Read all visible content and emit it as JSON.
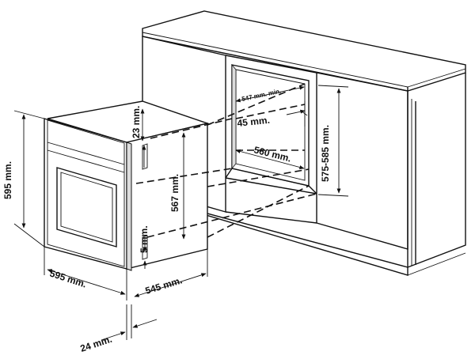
{
  "dimensions": {
    "oven_height": "595 mm.",
    "oven_width": "595 mm.",
    "oven_depth": "545 mm.",
    "front_panel_depth": "24 mm.",
    "top_gap": "23 mm.",
    "inner_height": "567 mm.",
    "bottom_gap": "5 mm.",
    "niche_min_width": "547 mm. min.",
    "niche_side": "45 mm.",
    "niche_depth": "560 mm.",
    "niche_height": "575-585 mm."
  },
  "colors": {
    "line": "#111111",
    "shade": "#dcdcdc",
    "background": "#ffffff"
  }
}
